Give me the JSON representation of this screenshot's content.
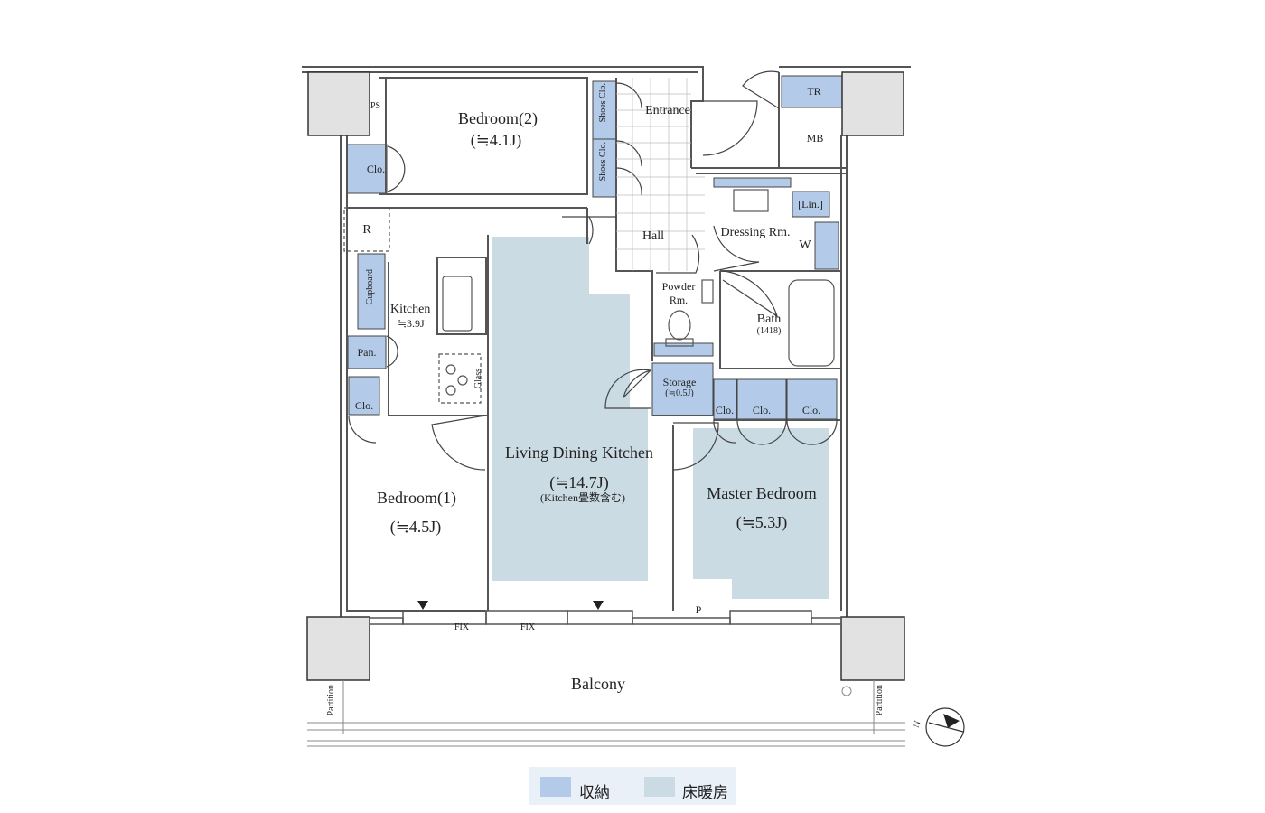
{
  "colors": {
    "storage": "#b3cbe8",
    "floor_heating": "#cbdbe3",
    "wall": "#444444"
  },
  "rooms": {
    "bedroom2": {
      "name": "Bedroom(2)",
      "size": "(≒4.1J)"
    },
    "entrance": "Entrance",
    "hall": "Hall",
    "dressing": "Dressing Rm.",
    "kitchen": {
      "name": "Kitchen",
      "size": "≒3.9J"
    },
    "powder": {
      "line1": "Powder",
      "line2": "Rm."
    },
    "bath": {
      "name": "Bath",
      "size": "(1418)"
    },
    "storage": {
      "name": "Storage",
      "size": "(≒0.5J)"
    },
    "ldk": {
      "name": "Living Dining Kitchen",
      "size": "(≒14.7J)",
      "note": "(Kitchen畳数含む)"
    },
    "bedroom1": {
      "name": "Bedroom(1)",
      "size": "(≒4.5J)"
    },
    "master": {
      "name": "Master Bedroom",
      "size": "(≒5.3J)"
    },
    "balcony": "Balcony"
  },
  "fixtures": {
    "ps": "PS",
    "clo": "Clo.",
    "r": "R",
    "cupboard": "Cupboard",
    "pan": "Pan.",
    "shoes_clo": "Shoes Clo.",
    "tr": "TR",
    "mb": "MB",
    "lin": "[Lin.]",
    "w": "W",
    "glass": "Glass",
    "fix": "FIX",
    "p": "P",
    "partition": "Partition",
    "north": "N"
  },
  "legend": {
    "storage_label": "収納",
    "heating_label": "床暖房"
  }
}
